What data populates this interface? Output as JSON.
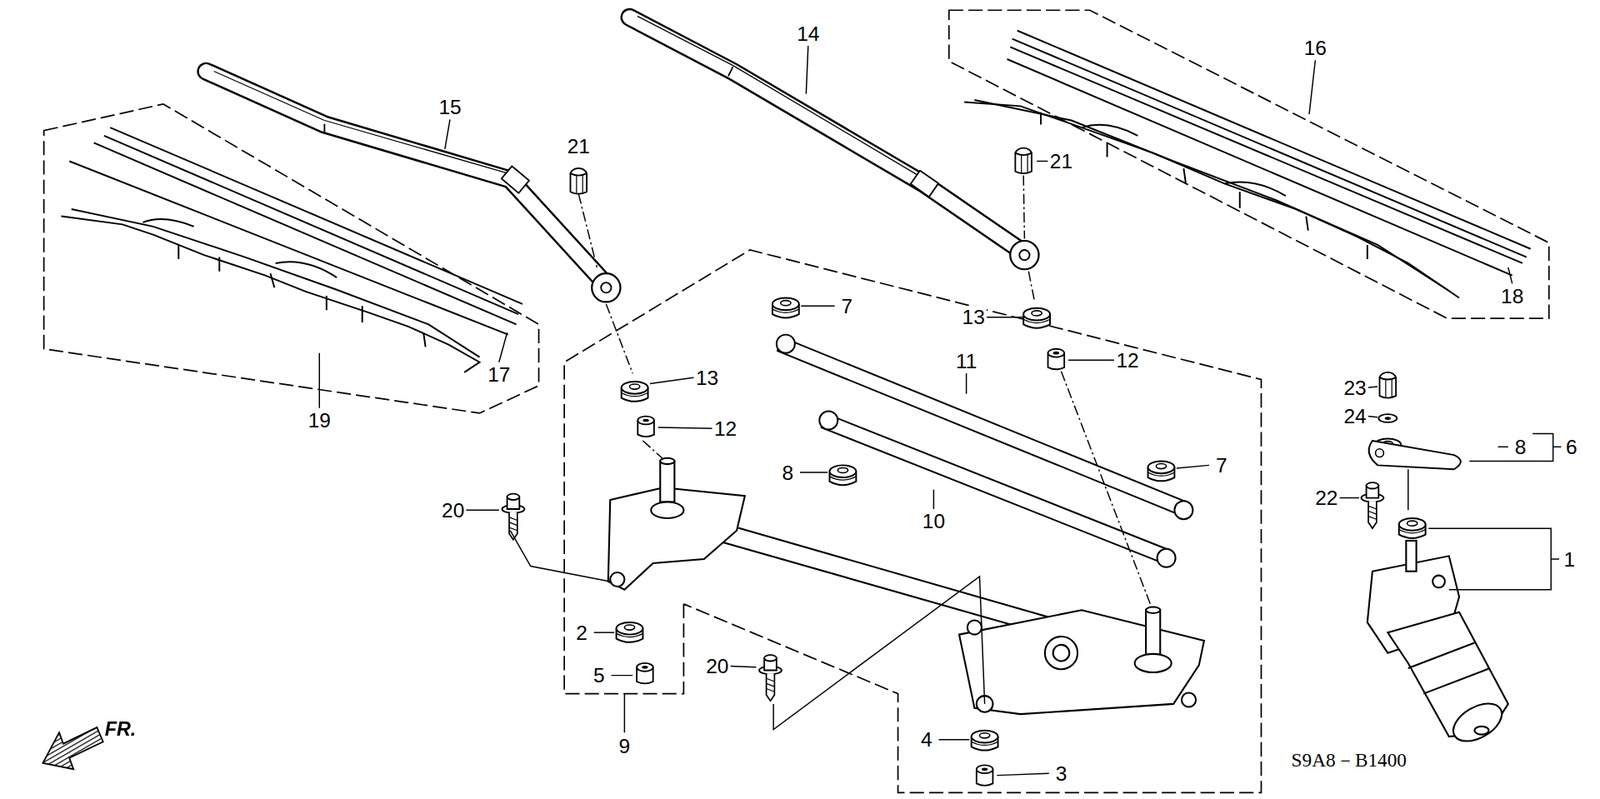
{
  "diagram": {
    "labels": [
      "14",
      "16",
      "15",
      "21",
      "21",
      "7",
      "13",
      "12",
      "11",
      "13",
      "12",
      "7",
      "8",
      "10",
      "20",
      "2",
      "5",
      "9",
      "20",
      "4",
      "3",
      "17",
      "19",
      "18",
      "23",
      "24",
      "8",
      "6",
      "22",
      "1",
      "FR.",
      "S9A8－B1400"
    ]
  }
}
